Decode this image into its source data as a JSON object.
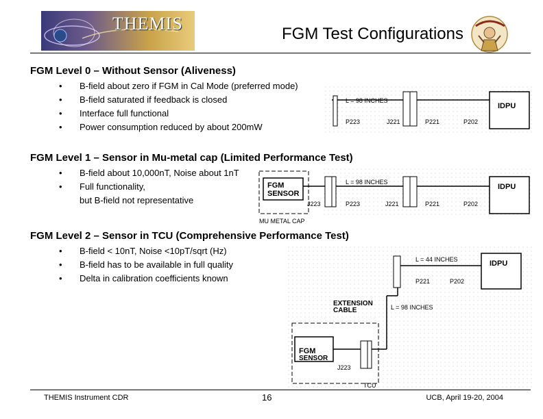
{
  "logo": {
    "text": "THEMIS"
  },
  "title": "FGM Test Configurations",
  "levels": [
    {
      "heading": "FGM Level 0 – Without Sensor (Aliveness)",
      "bullets": [
        "B-field about zero if FGM in Cal Mode (preferred mode)",
        "B-field saturated if feedback is closed",
        "Interface full functional",
        "Power consumption reduced by about 200mW"
      ]
    },
    {
      "heading": "FGM Level 1 – Sensor in Mu-metal cap (Limited Performance Test)",
      "bullets": [
        "B-field about 10,000nT, Noise about 1nT",
        "Full functionality,"
      ],
      "continuation": "but B-field not representative"
    },
    {
      "heading": "FGM Level 2 – Sensor in TCU (Comprehensive Performance Test)",
      "bullets": [
        "B-field < 10nT, Noise <10pT/sqrt (Hz)",
        "B-field has to be available in full quality",
        "Delta in calibration coefficients known"
      ]
    }
  ],
  "bullet_glyph": "•",
  "diagrams": {
    "level0": {
      "length": "L = 98 INCHES",
      "idpu": "IDPU",
      "p223": "P223",
      "j221": "J221",
      "p221": "P221",
      "p202": "P202"
    },
    "level1": {
      "sensor": "FGM\nSENSOR",
      "sensor_l1": "FGM",
      "sensor_l2": "SENSOR",
      "j223": "J223",
      "length": "L = 98 INCHES",
      "idpu": "IDPU",
      "p223": "P223",
      "j221": "J221",
      "p221": "P221",
      "p202": "P202",
      "cap": "MU METAL CAP"
    },
    "level2": {
      "length_short": "L = 44 INCHES",
      "idpu": "IDPU",
      "p221": "P221",
      "p202": "P202",
      "ext_l1": "EXTENSION",
      "ext_l2": "CABLE",
      "length_long": "L = 98 INCHES",
      "sensor_l1": "FGM",
      "sensor_l2": "SENSOR",
      "j223": "J223",
      "tcu": "TCU"
    }
  },
  "footer": {
    "left": "THEMIS Instrument CDR",
    "page": "16",
    "right": "UCB, April 19-20, 2004"
  }
}
